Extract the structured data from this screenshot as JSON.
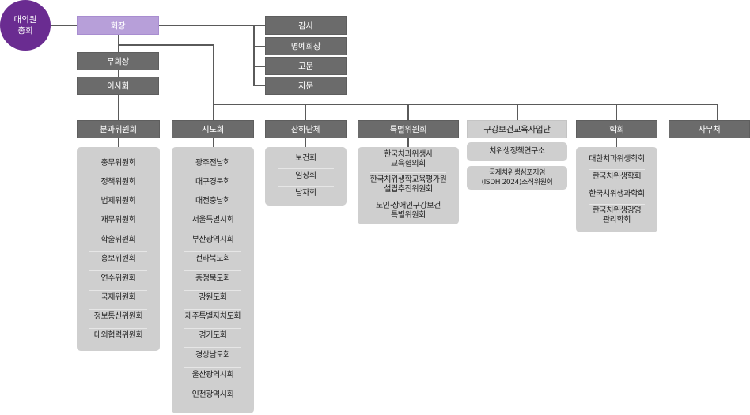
{
  "root": "대의원\n총회",
  "chairman": "회장",
  "advisors": [
    "감사",
    "명예회장",
    "고문",
    "자문"
  ],
  "vice": [
    "부회장",
    "이사회"
  ],
  "departments": [
    {
      "title": "분과위원회",
      "items": [
        "총무위원회",
        "정책위원회",
        "법제위원회",
        "재무위원회",
        "학술위원회",
        "홍보위원회",
        "연수위원회",
        "국제위원회",
        "정보통신위원회",
        "대외협력위원회"
      ]
    },
    {
      "title": "시도회",
      "items": [
        "광주전남회",
        "대구경북회",
        "대전충남회",
        "서울특별시회",
        "부산광역시회",
        "전라북도회",
        "충청북도회",
        "강원도회",
        "제주특별자치도회",
        "경기도회",
        "경상남도회",
        "울산광역시회",
        "인천광역시회"
      ]
    },
    {
      "title": "산하단체",
      "items": [
        "보건회",
        "임상회",
        "남자회"
      ]
    },
    {
      "title": "특별위원회",
      "items": [
        "한국치과위생사\n교육협의회",
        "한국치위생학교육평가원\n설립추진위원회",
        "노인·장애인구강보건\n특별위원회"
      ]
    },
    {
      "title": "구강보건교육사업단",
      "items": [
        "치위생정책연구소",
        "국제치위생심포지엄\n(ISDH 2024)조직위원회"
      ]
    },
    {
      "title": "학회",
      "items": [
        "대한치과위생학회",
        "한국치위생학회",
        "한국치위생과학회",
        "한국치위생강영\n관리학회"
      ]
    },
    {
      "title": "사무처",
      "items": []
    }
  ],
  "colors": {
    "root": "#6a2c91",
    "chairman": "#b79fd9",
    "head": "#6b6b6b",
    "light_head": "#cfcfcf",
    "box": "#cfcfcf",
    "line": "#5a5a5a"
  }
}
